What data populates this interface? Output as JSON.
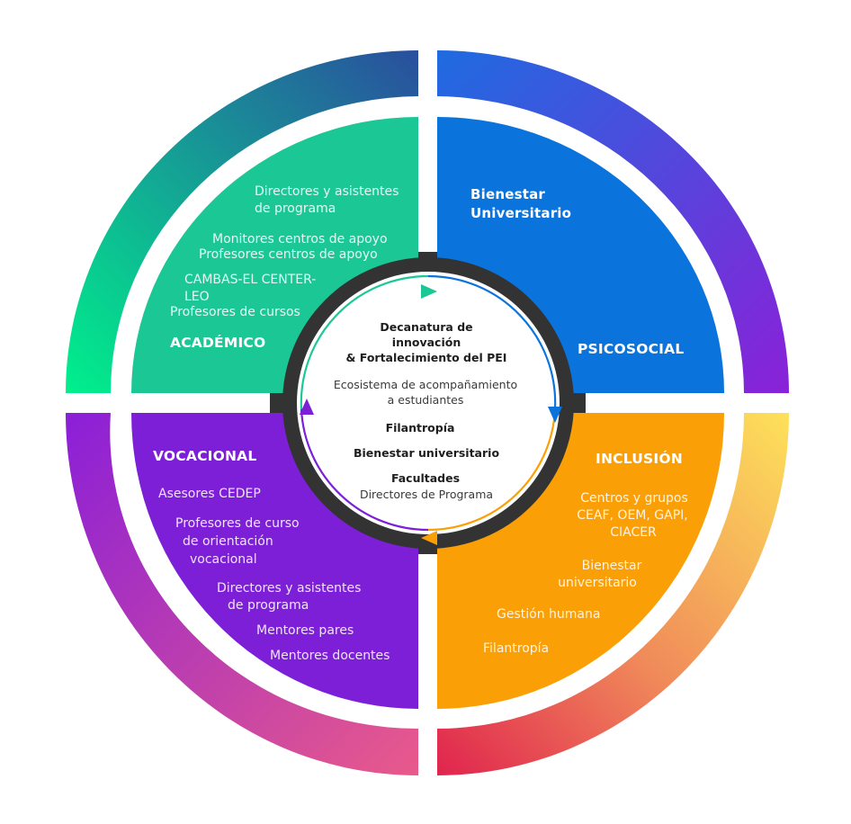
{
  "colors": {
    "academico": "#1cc796",
    "psicosocial": "#0a74dc",
    "vocacional": "#7c1fd6",
    "inclusion": "#fb9f06",
    "center_ring": "#333333",
    "ring_top_left": [
      "#00f08c",
      "#2a4e9e"
    ],
    "ring_top_right": [
      "#1f6be0",
      "#8a21d8"
    ],
    "ring_bottom_left": [
      "#8a1fd8",
      "#e95a8a"
    ],
    "ring_bottom_right": [
      "#fde15a",
      "#e0244e"
    ]
  },
  "quadrants": {
    "academico": {
      "title": "ACADÉMICO",
      "items": [
        "Directores y asistentes",
        "de programa",
        "Monitores centros de apoyo",
        "Profesores centros de apoyo",
        "CAMBAS-EL CENTER-",
        "LEO",
        "Profesores de cursos"
      ]
    },
    "psicosocial": {
      "title": "PSICOSOCIAL",
      "items": [
        "Bienestar",
        "Universitario"
      ]
    },
    "vocacional": {
      "title": "VOCACIONAL",
      "items": [
        "Asesores CEDEP",
        "Profesores de curso",
        "de orientación",
        "vocacional",
        "Directores y asistentes",
        "de programa",
        "Mentores pares",
        "Mentores docentes"
      ]
    },
    "inclusion": {
      "title": "INCLUSIÓN",
      "items": [
        "Centros y grupos",
        "CEAF, OEM, GAPI,",
        "CIACER",
        "Bienestar",
        "universitario",
        "Gestión humana",
        "Filantropía"
      ]
    }
  },
  "center": {
    "heading_lines": [
      "Decanatura de",
      "innovación",
      "& Fortalecimiento del PEI"
    ],
    "subtitle_lines": [
      "Ecosistema de acompañamiento",
      "a estudiantes"
    ],
    "entries": [
      "Filantropía",
      "Bienestar universitario",
      "Facultades"
    ],
    "facultades_detail": "Directores de Programa"
  },
  "cycle_arrows": [
    "academico-to-psicosocial",
    "psicosocial-to-inclusion",
    "inclusion-to-vocacional",
    "vocacional-to-academico"
  ]
}
